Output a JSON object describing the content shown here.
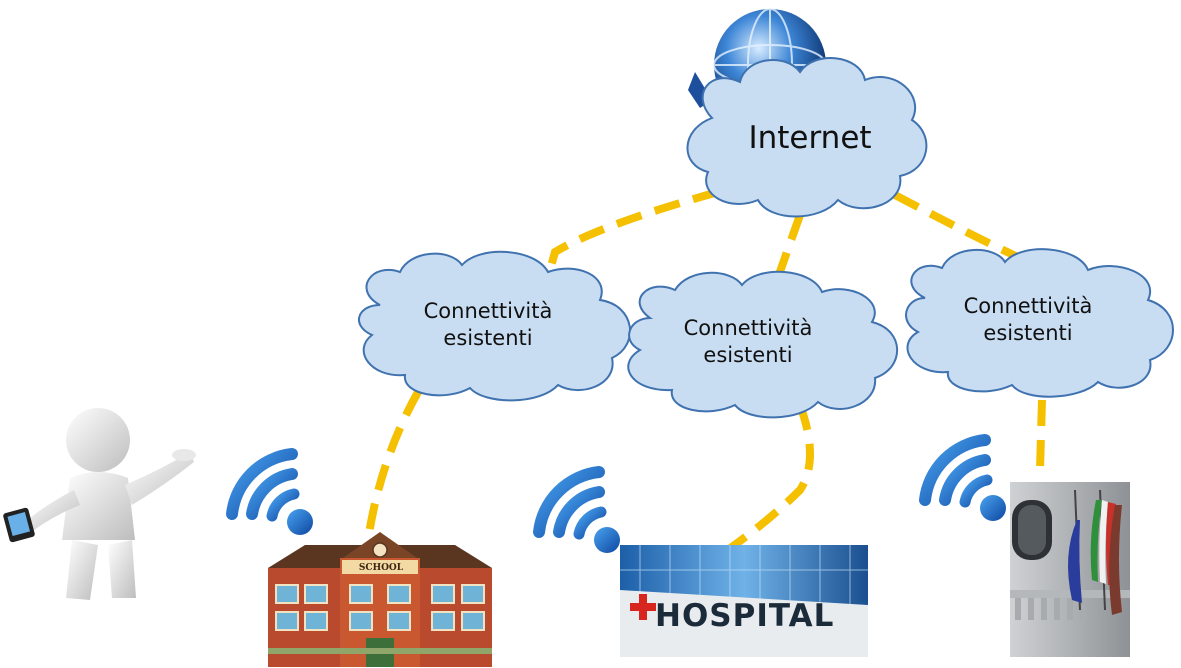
{
  "internet": {
    "label": "Internet"
  },
  "nodes": [
    {
      "line1": "Connettività",
      "line2": "esistenti"
    },
    {
      "line1": "Connettività",
      "line2": "esistenti"
    },
    {
      "line1": "Connettività",
      "line2": "esistenti"
    }
  ],
  "places": {
    "school_sign": "SCHOOL",
    "hospital_sign": "HOSPITAL"
  },
  "colors": {
    "link": "#F5C000",
    "cloud_fill": "#C9DDF2",
    "cloud_stroke": "#3F72AF",
    "wifi": "#1565C0"
  }
}
